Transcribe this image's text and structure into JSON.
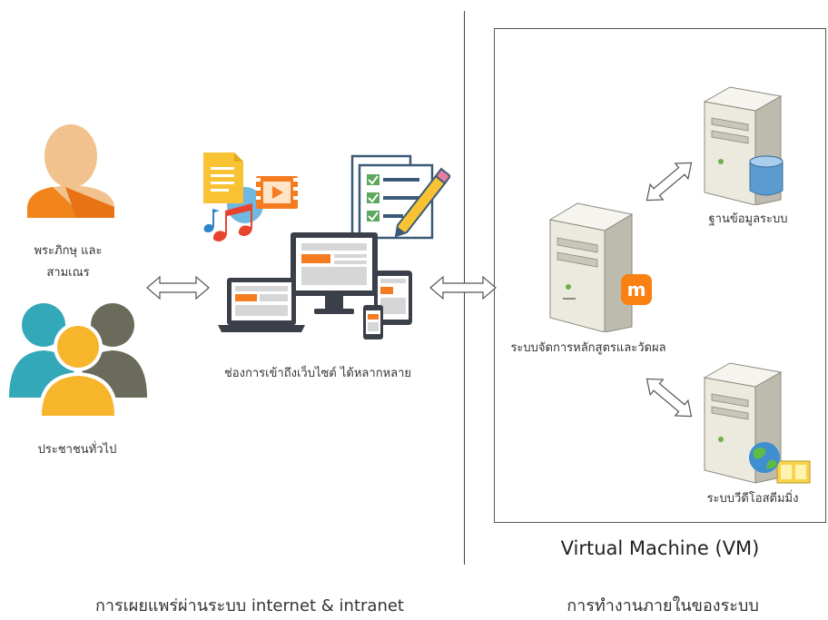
{
  "people": {
    "monk_label_line1": "พระภิกษุ และ",
    "monk_label_line2": "สามเณร",
    "public_label": "ประชาชนทั่วไป"
  },
  "devices": {
    "label": "ช่องการเข้าถึงเว็บไซต์ ได้หลากหลาย"
  },
  "servers": {
    "lms_label": "ระบบจัดการหลักสูตรและวัดผล",
    "db_label": "ฐานข้อมูลระบบ",
    "video_label": "ระบบวีดีโอสตีมมิ่ง"
  },
  "vm": {
    "title": "Virtual Machine (VM)"
  },
  "captions": {
    "left": "การเผยแพร่ผ่านระบบ internet & intranet",
    "right": "การทำงานภายในของระบบ"
  },
  "colors": {
    "monk_skin": "#F2C28E",
    "monk_robe": "#F0841B",
    "person_teal": "#33A8B8",
    "person_gray": "#6B6B5C",
    "person_yellow": "#F7B52C",
    "server_body": "#E8E6DA",
    "moodle_orange": "#F98012",
    "accent_orange": "#F47B20"
  }
}
